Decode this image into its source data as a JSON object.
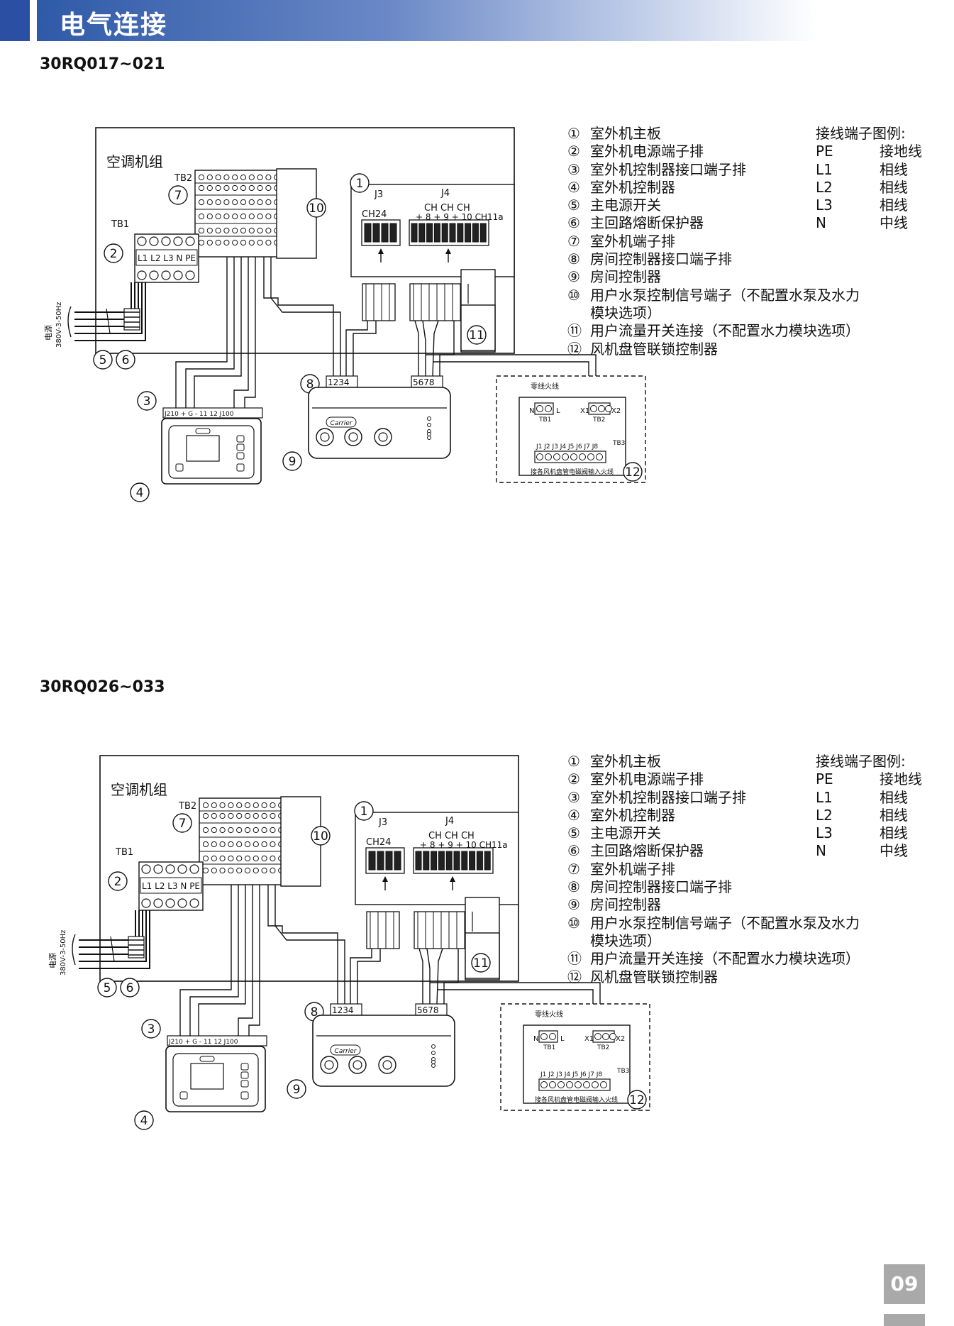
{
  "header": {
    "title": "电气连接"
  },
  "models": [
    "30RQ017~021",
    "30RQ026~033"
  ],
  "legend": [
    {
      "num": "①",
      "text": "室外机主板"
    },
    {
      "num": "②",
      "text": "室外机电源端子排"
    },
    {
      "num": "③",
      "text": "室外机控制器接口端子排"
    },
    {
      "num": "④",
      "text": "室外机控制器"
    },
    {
      "num": "⑤",
      "text": "主电源开关"
    },
    {
      "num": "⑥",
      "text": "主回路熔断保护器"
    },
    {
      "num": "⑦",
      "text": "室外机端子排"
    },
    {
      "num": "⑧",
      "text": "房间控制器接口端子排"
    },
    {
      "num": "⑨",
      "text": "房间控制器"
    },
    {
      "num": "⑩",
      "text": "用户水泵控制信号端子（不配置水泵及水力"
    },
    {
      "num": "",
      "text": "模块选项）"
    },
    {
      "num": "⑪",
      "text": "用户流量开关连接（不配置水力模块选项）"
    },
    {
      "num": "⑫",
      "text": "风机盘管联锁控制器"
    }
  ],
  "key": {
    "title": "接线端子图例:",
    "rows": [
      {
        "k": "PE",
        "v": "接地线"
      },
      {
        "k": "L1",
        "v": "相线"
      },
      {
        "k": "L2",
        "v": "相线"
      },
      {
        "k": "L3",
        "v": "相线"
      },
      {
        "k": "N",
        "v": "中线"
      }
    ]
  },
  "diagram": {
    "unit_label": "空调机组",
    "tb2": "TB2",
    "tb1": "TB1",
    "tb1_terms": "L1 L2 L3  N  PE",
    "j3": "J3",
    "j4": "J4",
    "ch24": "CH24",
    "ch_row1": "CH  CH  CH",
    "ch_row2": "+  8  +  9  + 10 CH11a",
    "power": "电源",
    "power_spec": "380V-3-50Hz",
    "interface_terms": "1234",
    "interface_terms2": "5678",
    "controller_terms": "J210 +  G  -      11  12 J100",
    "fcu_top": "零线火线",
    "fcu_n": "N",
    "fcu_l": "L",
    "fcu_x1": "X1",
    "fcu_x2": "X2",
    "fcu_tb1": "TB1",
    "fcu_tb2": "TB2",
    "fcu_tb3": "TB3",
    "fcu_j": "J1 J2 J3 J4 J5 J6 J7 J8",
    "fcu_bottom": "接各风机盘管电磁阀输入火线",
    "brand": "Carrier",
    "c1": "1",
    "c2": "2",
    "c3": "3",
    "c4": "4",
    "c5": "5",
    "c6": "6",
    "c7": "7",
    "c8": "8",
    "c9": "9",
    "c10": "10",
    "c11": "11",
    "c12": "12"
  },
  "page": {
    "number": "09"
  }
}
